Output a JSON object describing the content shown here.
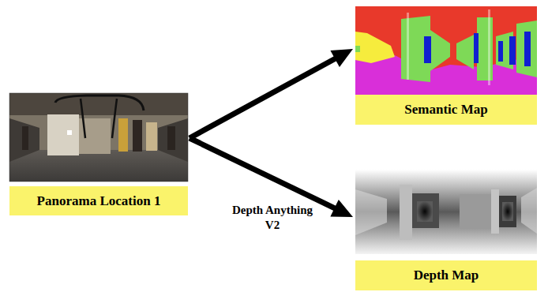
{
  "diagram": {
    "nodes": [
      {
        "text": [
          "Panorama Location 1"
        ]
      },
      {
        "text": [
          "Semantic Map"
        ]
      },
      {
        "text": [
          "Depth Map"
        ]
      }
    ],
    "edges": [
      {
        "from": 0,
        "to": 1,
        "arrow": "to"
      },
      {
        "from": 0,
        "to": 2,
        "label": "Depth Anything V2",
        "arrow": "to"
      }
    ]
  }
}
